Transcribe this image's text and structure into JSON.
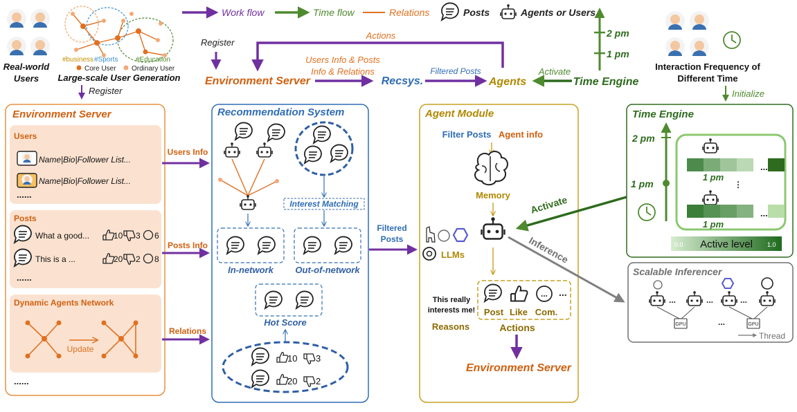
{
  "legend": {
    "workflow": "Work flow",
    "timeflow": "Time flow",
    "relations": "Relations",
    "posts": "Posts",
    "agents": "Agents or Users",
    "colors": {
      "workflow": "#7030a0",
      "timeflow": "#4e8a2e",
      "relations": "#e07020"
    }
  },
  "top": {
    "real_world_users": [
      "Real-world",
      "Users"
    ],
    "tags": [
      "#business",
      "#Sports",
      "#Education"
    ],
    "core_user": "Core User",
    "ordinary_user": "Ordinary User",
    "generation": "Large-scale User Generation",
    "register_left": "Register",
    "register_top": "Register",
    "actions": "Actions",
    "users_info_posts": "Users Info & Posts",
    "info_relations": "Info & Relations",
    "env_server": "Environment Server",
    "recsys": "Recsys.",
    "filtered_posts": "Filtered Posts",
    "agents": "Agents",
    "activate": "Activate",
    "time_engine": "Time Engine",
    "pm2": "2 pm",
    "pm1": "1 pm",
    "interaction_freq": [
      "Interaction Frequency of",
      "Different Time"
    ],
    "initialize": "Initialize"
  },
  "env": {
    "title": "Environment Server",
    "users_title": "Users",
    "user_row": "Name|Bio|Follower List...",
    "ellipsis": "......",
    "posts_title": "Posts",
    "post1": {
      "text": "What a good...",
      "like": "10",
      "dislike": "3",
      "comments": "6"
    },
    "post2": {
      "text": "This is a ...",
      "like": "20",
      "dislike": "2",
      "comments": "8"
    },
    "network_title": "Dynamic Agents Network",
    "update": "Update",
    "users_info": "Users Info",
    "posts_info": "Posts Info",
    "relations": "Relations"
  },
  "rec": {
    "title": "Recommendation System",
    "interest_matching": "Interest Matching",
    "in_network": "In-network",
    "out_network": "Out-of-network",
    "hot_score": "Hot Score",
    "hot1": {
      "like": "10",
      "dislike": "3"
    },
    "hot2": {
      "like": "20",
      "dislike": "2"
    },
    "filtered_posts": [
      "Filtered",
      "Posts"
    ]
  },
  "agent": {
    "title": "Agent Module",
    "filter_posts": "Filter Posts",
    "agent_info": "Agent info",
    "memory": "Memory",
    "llms": "LLMs",
    "interest_text": [
      "This really",
      "interests me!"
    ],
    "reasons": "Reasons",
    "post": "Post",
    "like": "Like",
    "com": "Com.",
    "dots": "...",
    "actions": "Actions",
    "env_server": "Environment Server"
  },
  "time": {
    "title": "Time Engine",
    "pm2": "2 pm",
    "pm1": "1 pm",
    "slot1": "1 pm",
    "slot2": "1 pm",
    "activate": "Activate",
    "inference": "Inference",
    "active_level": "Active level",
    "scale_min": "0.0",
    "scale_max": "1.0",
    "row1_levels": [
      0.75,
      0.5,
      0.3,
      0.15,
      0.95
    ],
    "row2_levels": [
      0.85,
      0.7,
      0.6,
      0.45,
      0.2
    ]
  },
  "infer": {
    "title": "Scalable Inferencer",
    "gpu": "GPU",
    "thread": "Thread"
  }
}
